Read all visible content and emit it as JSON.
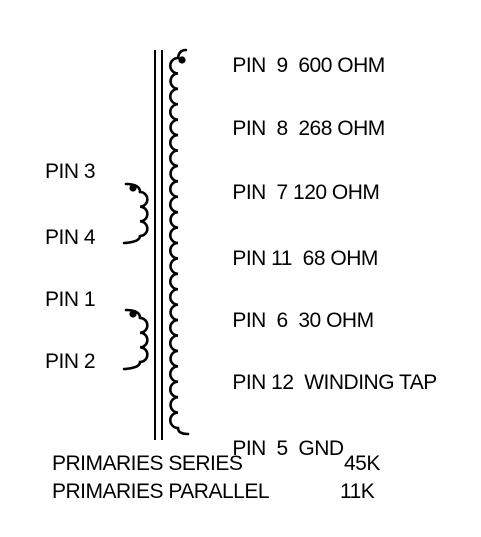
{
  "secondary_taps": [
    {
      "pin": "PIN  9",
      "value": "600 OHM"
    },
    {
      "pin": "PIN  8",
      "value": "268 OHM"
    },
    {
      "pin": "PIN  7",
      "value": "120 OHM"
    },
    {
      "pin": "PIN 11",
      "value": "68 OHM"
    },
    {
      "pin": "PIN  6",
      "value": "30 OHM"
    },
    {
      "pin": "PIN 12",
      "value": "WINDING TAP"
    },
    {
      "pin": "PIN  5",
      "value": "GND"
    }
  ],
  "primary_pins": {
    "upper": [
      "PIN 3",
      "PIN 4"
    ],
    "lower": [
      "PIN 1",
      "PIN 2"
    ]
  },
  "impedance": {
    "series_label": "PRIMARIES SERIES",
    "series_value": "45K",
    "parallel_label": "PRIMARIES PARALLEL",
    "parallel_value": "11K"
  },
  "colors": {
    "ink": "#000000",
    "background": "#ffffff"
  }
}
